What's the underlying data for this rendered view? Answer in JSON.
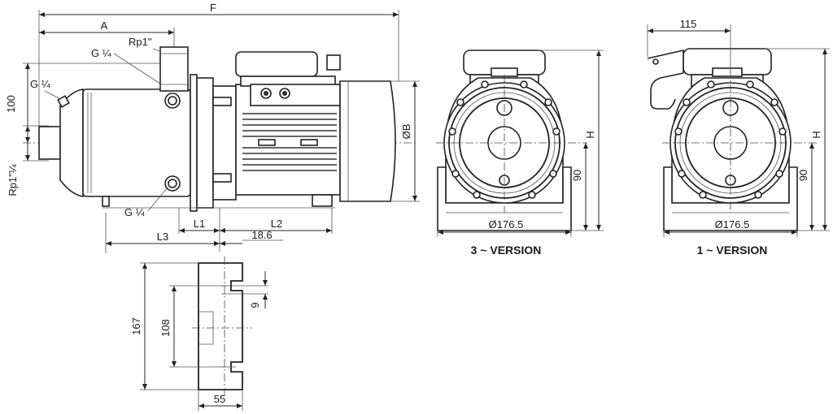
{
  "side_view": {
    "dim_F": "F",
    "dim_A": "A",
    "dim_Rp1": "Rp1\"",
    "dim_G14_top": "G ¼",
    "dim_G14_left": "G ¼",
    "dim_100": "100",
    "dim_Rp1_14": "Rp1\"¼",
    "dim_G14_bottom": "G ¼",
    "dim_L1": "L1",
    "dim_L2": "L2",
    "dim_L3": "L3",
    "dim_18_6": "18.6",
    "dim_OB": "ØB"
  },
  "base_plate": {
    "dim_167": "167",
    "dim_108": "108",
    "dim_9": "9",
    "dim_55": "55"
  },
  "front_3": {
    "dim_H": "H",
    "dim_90": "90",
    "dim_dia": "Ø176.5",
    "caption": "3 ~ VERSION"
  },
  "front_1": {
    "dim_115": "115",
    "dim_H": "H",
    "dim_90": "90",
    "dim_dia": "Ø176.5",
    "caption": "1 ~ VERSION"
  }
}
